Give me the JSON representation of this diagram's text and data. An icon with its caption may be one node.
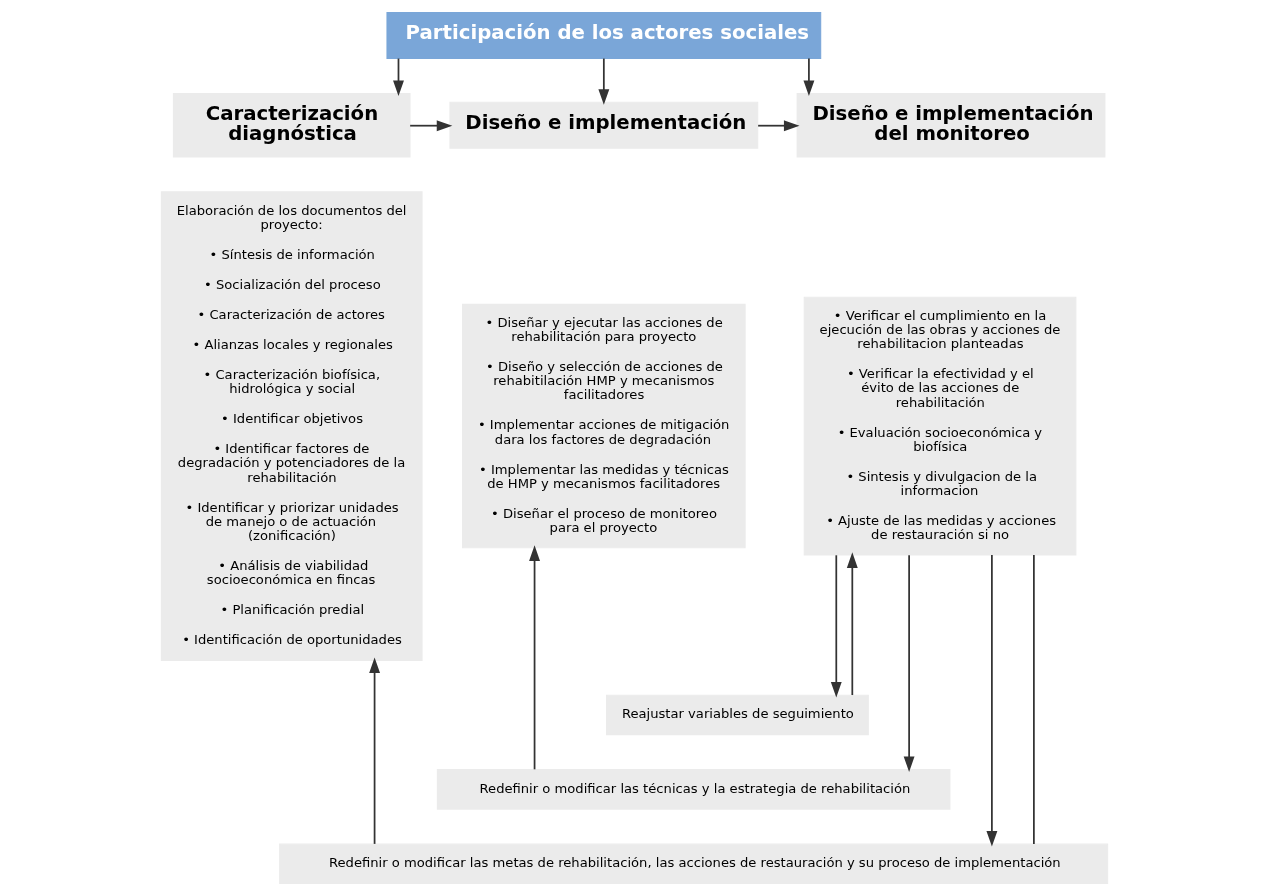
{
  "diagram": {
    "nodes": [
      {
        "text": [
          "Participación de los actores sociales"
        ]
      },
      {
        "text": [
          "Caracterización diagnóstica"
        ]
      },
      {
        "text": [
          "Diseño e implementación"
        ]
      },
      {
        "text": [
          "Diseño e implementación del monitoreo"
        ]
      },
      {
        "text": [
          "Elaboración de los documentos del proyecto:",
          "• Síntesis de información",
          "• Socialización del proceso",
          "• Caracterización de actores",
          "• Alianzas locales y regionales",
          "• Caracterización biofísica, hidrológica y social",
          "• Identificar objetivos",
          "• Identificar factores de degradación y potenciadores de la rehabilitación",
          "• Identificar y priorizar unidades de manejo o de actuación (zonificación)",
          "• Análisis de viabilidad socioeconómica en fincas",
          "• Planificación predial",
          "• Identificación de oportunidades"
        ]
      },
      {
        "text": [
          "• Diseñar y ejecutar las acciones de rehabilitación para proyecto",
          "• Diseño y selección de acciones de rehabitilación HMP y mecanismos facilitadores",
          "• Implementar acciones de mitigación dara los factores de degradación",
          "• Implementar las medidas y técnicas de HMP y mecanismos facilitadores",
          "• Diseñar el proceso de monitoreo para el proyecto"
        ]
      },
      {
        "text": [
          "• Verificar el cumplimiento en la ejecución de las obras y acciones de rehabilitacion planteadas",
          "• Verificar la efectividad y el évito de las acciones de rehabilitación",
          "• Evaluación socioeconómica y biofísica",
          "• Sintesis y divulgacion de la informacion",
          "• Ajuste de las medidas y acciones de restauración si no"
        ]
      },
      {
        "text": [
          "Reajustar variables de seguimiento"
        ]
      },
      {
        "text": [
          "Redefinir o modificar las técnicas y la estrategia de rehabilitación"
        ]
      },
      {
        "text": [
          "Redefinir o modificar las metas de rehabilitación, las acciones de restauración y su proceso de implementación"
        ]
      }
    ],
    "edges": [
      {
        "from": 0,
        "to": 1,
        "arrow": "to"
      },
      {
        "from": 0,
        "to": 2,
        "arrow": "to"
      },
      {
        "from": 0,
        "to": 3,
        "arrow": "to"
      },
      {
        "from": 1,
        "to": 2,
        "arrow": "to"
      },
      {
        "from": 2,
        "to": 3,
        "arrow": "to"
      },
      {
        "from": 6,
        "to": 7,
        "arrow": "to"
      },
      {
        "from": 7,
        "to": 6,
        "arrow": "to"
      },
      {
        "from": 6,
        "to": 8,
        "arrow": "to"
      },
      {
        "from": 6,
        "to": 9,
        "arrow": "to"
      },
      {
        "from": 6,
        "to": 9,
        "arrow": "none"
      },
      {
        "from": 8,
        "to": 5,
        "arrow": "to"
      },
      {
        "from": 9,
        "to": 4,
        "arrow": "to"
      }
    ]
  }
}
